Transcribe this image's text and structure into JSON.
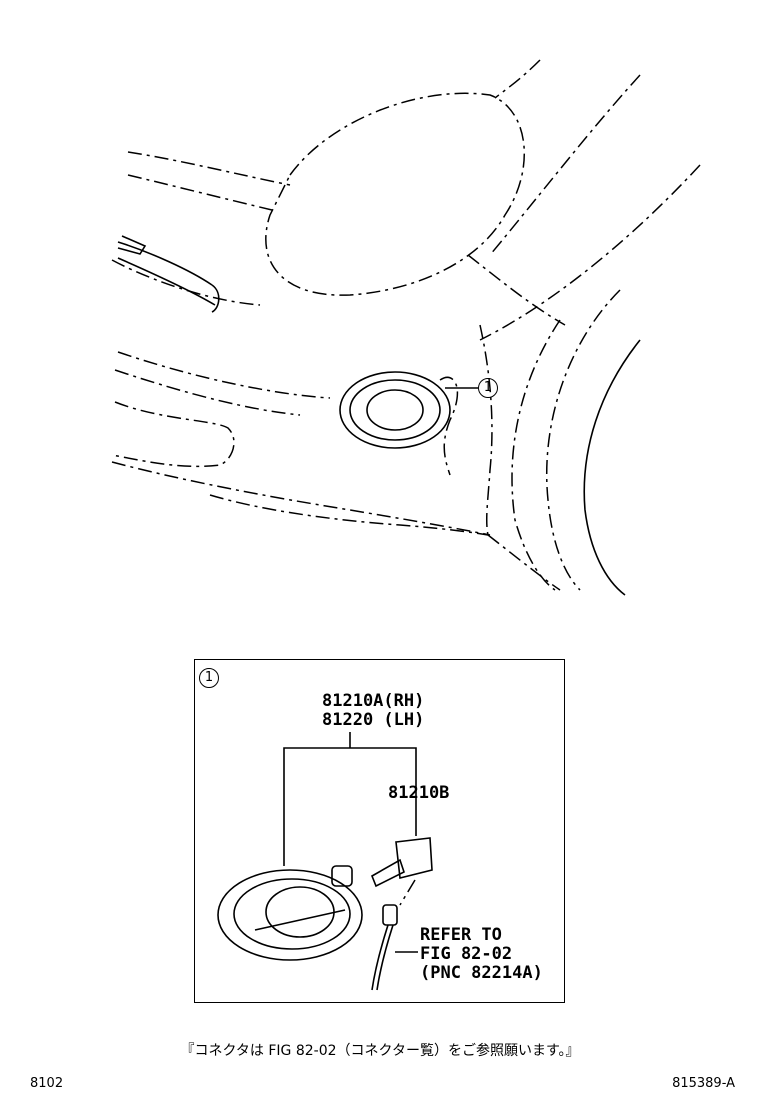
{
  "callouts": {
    "main": "1",
    "detail": "1"
  },
  "detail": {
    "part_rh": "81210A(RH)",
    "part_lh": "81220 (LH)",
    "bulb": "81210B",
    "refer_line1": "REFER TO",
    "refer_line2": "FIG 82-02",
    "refer_line3": "(PNC 82214A)"
  },
  "note": "『コネクタは FIG 82-02（コネクター覧）をご参照願います。』",
  "footer": {
    "page_code": "8102",
    "figure_id": "815389-A"
  }
}
